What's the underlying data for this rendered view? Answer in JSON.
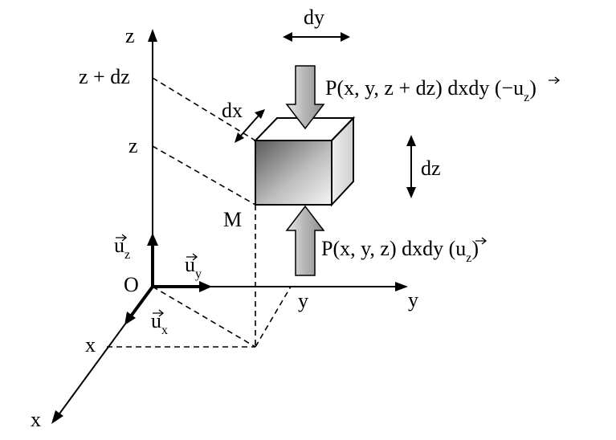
{
  "axes": {
    "z_label": "z",
    "y_label": "y",
    "x_label": "x",
    "origin_label": "O"
  },
  "ticks": {
    "z_plus_dz": "z + dz",
    "z": "z",
    "y": "y",
    "x": "x"
  },
  "point_label": "M",
  "unit_vectors": {
    "uz": {
      "base": "u",
      "sub": "z"
    },
    "uy": {
      "base": "u",
      "sub": "y"
    },
    "ux": {
      "base": "u",
      "sub": "x"
    }
  },
  "dimensions": {
    "dx": "dx",
    "dy": "dy",
    "dz": "dz"
  },
  "forces": {
    "top": {
      "text": "P(x, y, z + dz) dxdy (−u",
      "sub": "z",
      "close": ")"
    },
    "bottom": {
      "text": "P(x, y, z) dxdy (u",
      "sub": "z",
      "close": ")"
    }
  },
  "colors": {
    "ink": "#000000",
    "cube_dark": "#555555",
    "cube_light": "#f2f2f2",
    "arrow_fill": "#c8c8c8"
  }
}
